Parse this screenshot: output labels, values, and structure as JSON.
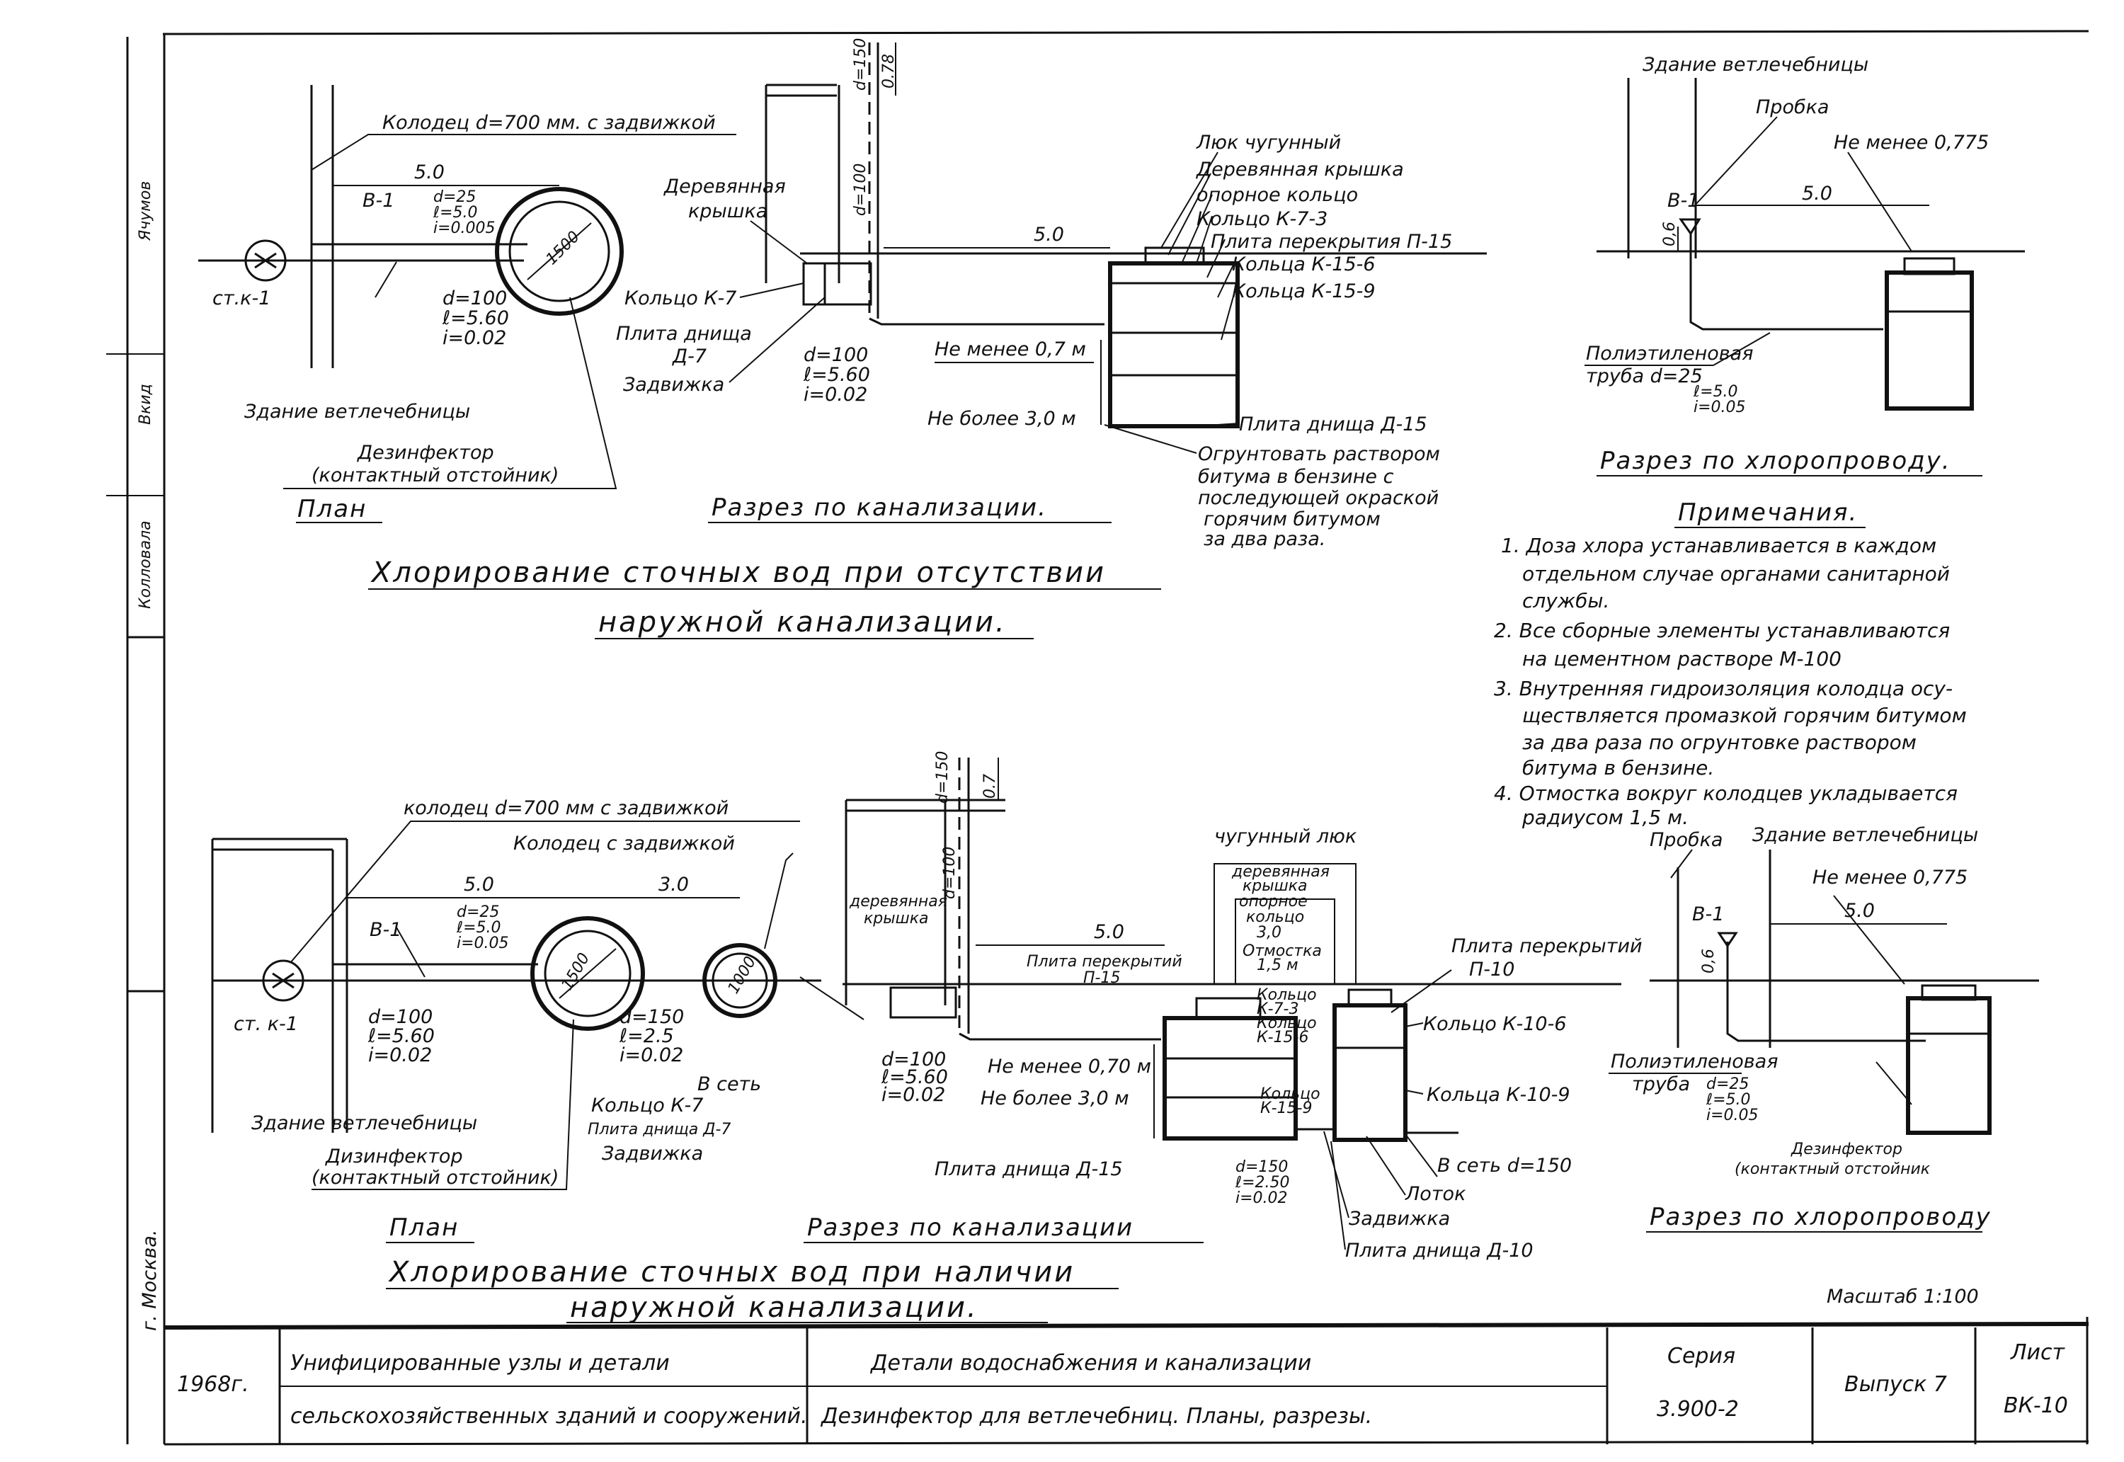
{
  "top": {
    "plan": {
      "title": "План",
      "well_label": "Колодец d=700 мм. с задвижкой",
      "dim_5": "5.0",
      "b1": "В-1",
      "pipe_small": [
        "d=25",
        "ℓ=5.0",
        "i=0.005"
      ],
      "pipe_main": [
        "d=100",
        "ℓ=5.60",
        "i=0.02"
      ],
      "stk": "ст.к-1",
      "building": "Здание ветлечебницы",
      "disinfector": [
        "Дезинфектор",
        "(контактный отстойник)"
      ],
      "circle_dim": "1500"
    },
    "section": {
      "title": "Разрез по канализации.",
      "wood_cover": [
        "Деревянная",
        "крышка"
      ],
      "ring_k7": "Кольцо К-7",
      "bottom_plate": [
        "Плита днища",
        "Д-7"
      ],
      "valve": "Задвижка",
      "vert_d": "d=100",
      "top_d": "d=150",
      "top_h": "0.78",
      "dim_5": "5.0",
      "pipe": [
        "d=100",
        "ℓ=5.60",
        "i=0.02"
      ],
      "not_less": "Не менее 0,7 м",
      "not_more": "Не более 3,0 м",
      "callouts": [
        "Люк чугунный",
        "Деревянная крышка",
        "опорное кольцо",
        "Кольцо К-7-3",
        "Плита перекрытия П-15",
        "Кольца К-15-6",
        "Кольца К-15-9"
      ],
      "bottom_label": "Плита днища Д-15",
      "prime": [
        "Огрунтовать раствором",
        "битума в бензине с",
        "последующей окраской",
        "горячим битумом",
        "за два раза."
      ]
    },
    "chlor": {
      "building": "Здание ветлечебницы",
      "plug": "Пробка",
      "not_less": "Не менее 0,775",
      "b1": "В-1",
      "dim_06": "0,6",
      "dim_5": "5.0",
      "pipe_label": [
        "Полиэтиленовая",
        "труба  d=25"
      ],
      "pipe_specs": [
        "ℓ=5.0",
        "i=0.05"
      ],
      "title": "Разрез по хлоропроводу."
    },
    "caption": [
      "Хлорирование сточных вод при отсутствии",
      "наружной канализации."
    ]
  },
  "notes": {
    "heading": "Примечания.",
    "items": [
      [
        "1. Доза хлора устанавливается в каждом",
        "отдельном случае органами санитарной",
        "службы."
      ],
      [
        "2. Все сборные элементы устанавливаются",
        "на цементном растворе М-100"
      ],
      [
        "3. Внутренняя гидроизоляция колодца осу-",
        "ществляется промазкой горячим битумом",
        "за два раза по огрунтовке раствором",
        "битума в бензине."
      ],
      [
        "4. Отмостка вокруг колодцев укладывается",
        "радиусом 1,5 м."
      ]
    ]
  },
  "bottom": {
    "plan": {
      "title": "План",
      "well_label": "колодец d=700 мм с задвижкой",
      "well2_label": "Колодец с задвижкой",
      "dim_5": "5.0",
      "dim_3": "3.0",
      "b1": "В-1",
      "pipe_small": [
        "d=25",
        "ℓ=5.0",
        "i=0.05"
      ],
      "pipe_main": [
        "d=100",
        "ℓ=5.60",
        "i=0.02"
      ],
      "pipe_out": [
        "d=150",
        "ℓ=2.5",
        "i=0.02"
      ],
      "to_net": "В сеть",
      "stk": "ст. к-1",
      "ring_k7": "Кольцо К-7",
      "bottom_plate": "Плита днища Д-7",
      "valve": "Задвижка",
      "building": "Здание ветлечебницы",
      "disinfector": [
        "Дизинфектор",
        "(контактный отстойник)"
      ],
      "circle1": "1500",
      "circle2": "1000"
    },
    "section": {
      "title": "Разрез по канализации",
      "wood_cover": [
        "деревянная",
        "крышка"
      ],
      "top_d": "d=150",
      "top_h": "0.7",
      "vert_d": "d=100",
      "dim_5": "5.0",
      "slab15": [
        "Плита перекрытий",
        "П-15"
      ],
      "pipe": [
        "d=100",
        "ℓ=5.60",
        "i=0.02"
      ],
      "not_less": "Не менее 0,70 м",
      "not_more": "Не более 3,0 м",
      "bottom_label": "Плита днища Д-15",
      "hatch": "чугунный люк",
      "mid_labels": [
        "деревянная",
        "крышка",
        "опорное",
        "кольцо",
        "3,0",
        "Отмостка",
        "1,5 м",
        "Кольцо",
        "К-7-3",
        "Кольцо",
        "К-15-6",
        "Кольцо",
        "К-15-9"
      ],
      "slab10": [
        "Плита перекрытий",
        "П-10"
      ],
      "ring_106": "Кольцо К-10-6",
      "ring_109": "Кольца К-10-9",
      "to_net": "В сеть d=150",
      "tray": "Лоток",
      "valve": "Задвижка",
      "bottom10": "Плита днища Д-10",
      "pipe_out": [
        "d=150",
        "ℓ=2.50",
        "i=0.02"
      ]
    },
    "chlor": {
      "plug": "Пробка",
      "building": "Здание ветлечебницы",
      "not_less": "Не менее 0,775",
      "b1": "В-1",
      "dim_06": "0,6",
      "dim_5": "5.0",
      "pipe_label": [
        "Полиэтиленовая",
        "труба"
      ],
      "pipe_specs": [
        "d=25",
        "ℓ=5.0",
        "i=0.05"
      ],
      "disinfector": [
        "Дезинфектор",
        "(контактный отстойник"
      ],
      "title": "Разрез по хлоропроводу"
    },
    "caption": [
      "Хлорирование сточных вод при наличии",
      "наружной канализации."
    ]
  },
  "scale": "Масштаб 1:100",
  "stamp": {
    "year": "1968г.",
    "series_title": [
      "Унифицированные узлы и детали",
      "сельскохозяйственных зданий и сооружений."
    ],
    "sheet_title": [
      "Детали водоснабжения и канализации",
      "Дезинфектор для ветлечебниц. Планы, разрезы."
    ],
    "series_label": "Серия",
    "series_no": "3.900-2",
    "issue": "Выпуск 7",
    "list_label": "Лист",
    "list_no": "ВК-10"
  },
  "side": {
    "city": "г. Москва.",
    "cells": [
      "Ячумов",
      "Вкид",
      "Колловала"
    ]
  }
}
